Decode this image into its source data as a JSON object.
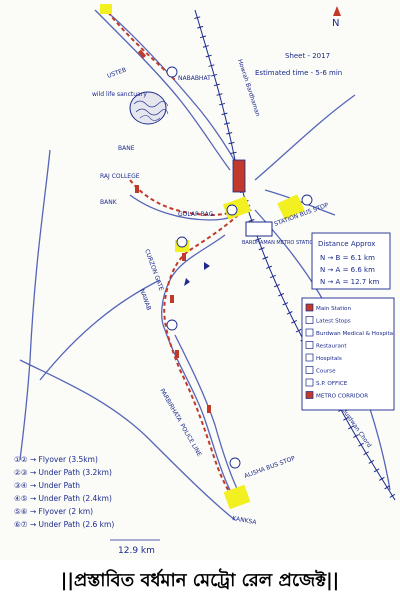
{
  "north": "N",
  "header_note": {
    "line1": "Sheet - 2017",
    "line2": "Estimated time - 5-6 min"
  },
  "places": {
    "upper_left": "USTEB",
    "nababhat": "NABABHAT",
    "wildlife": "wild life sanctuary",
    "bane": "BANE",
    "raj_college": "RAJ COLLEGE",
    "bank": "BANK",
    "burdwan_main": "BARDHAMAN METRO STATION",
    "station_bus_stop": "STATION BUS STOP",
    "golap_bag": "GOLAP BAG",
    "curzon_gate": "CURZON GATE",
    "nawabhat": "NAWAB",
    "parbirhata": "PARBIRHATA",
    "police_line": "POLICE LINE",
    "alisha": "ALISHA BUS STOP",
    "kanksa": "KANKSA",
    "rail_label": "Howrah Bardhaman",
    "rail_label2": "Burdwan Chord"
  },
  "legend": {
    "items": [
      {
        "label": "Main Station",
        "icon": "main-station-icon"
      },
      {
        "label": "Latest Stops",
        "icon": "stop-icon"
      },
      {
        "label": "Burdwan Medical & Hospital",
        "icon": "hospital-block-icon"
      },
      {
        "label": "Restaurant",
        "icon": "restaurant-icon"
      },
      {
        "label": "Hospitals",
        "icon": "hospital-icon"
      },
      {
        "label": "Course",
        "icon": "course-icon"
      },
      {
        "label": "S.P. OFFICE",
        "icon": "sp-office-icon"
      },
      {
        "label": "METRO CORRIDOR",
        "icon": "metro-corridor-icon"
      }
    ]
  },
  "distance": {
    "title": "Distance Approx",
    "rows": [
      "N → B = 6.1 km",
      "N → A = 6.6 km",
      "N → A = 12.7 km"
    ]
  },
  "segments": {
    "rows": [
      "①② → Flyover (3.5km)",
      "②③ → Under Path (3.2km)",
      "③④ → Under Path",
      "④⑤ → Under Path (2.4km)",
      "⑤⑥ → Flyover (2 km)",
      "⑥⑦ → Under Path (2.6 km)"
    ],
    "total": "12.9 km"
  },
  "caption": "||প্রস্তাবিত বর্ধমান মেট্রো রেল প্রজেক্ট||",
  "colors": {
    "ink": "#1b2a8c",
    "highlight": "#f3f021",
    "station": "#c0392b"
  }
}
